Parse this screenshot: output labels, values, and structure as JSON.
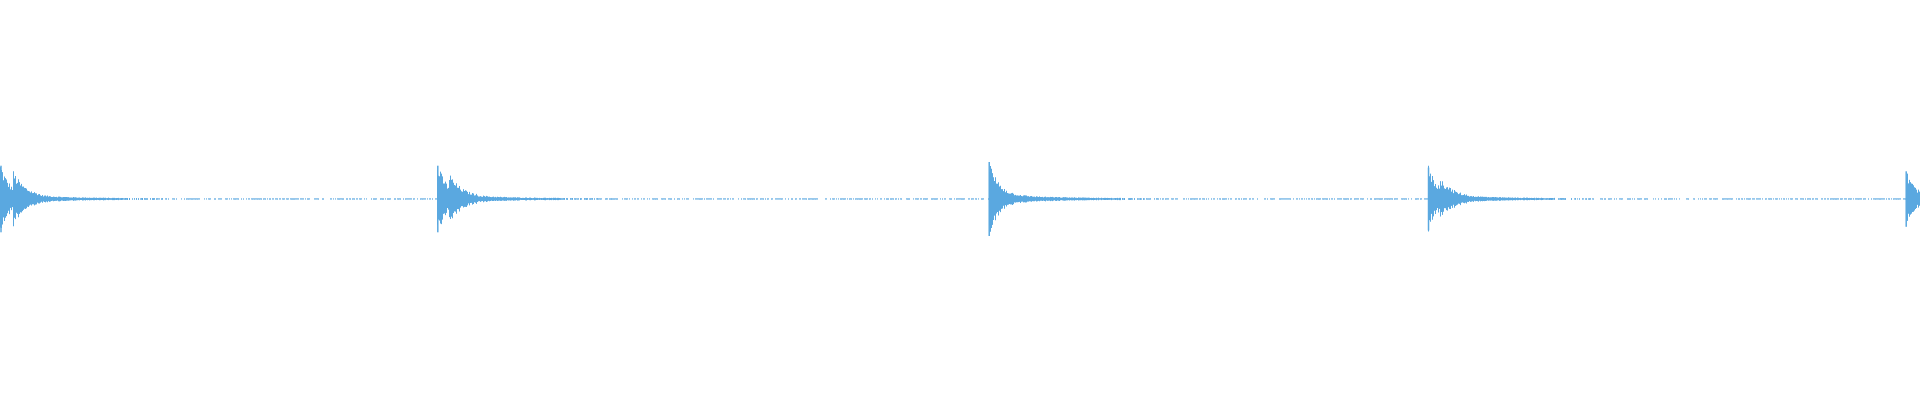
{
  "waveform": {
    "color": "#5aa8e0",
    "background": "#ffffff",
    "onset_count": 5,
    "onsets": [
      {
        "time": 0.0,
        "peak": 0.9,
        "decay": 0.42,
        "retrigger": 0.55
      },
      {
        "time": 0.2275,
        "peak": 0.9,
        "decay": 0.45,
        "retrigger": 0.4
      },
      {
        "time": 0.5147,
        "peak": 1.0,
        "decay": 0.45,
        "retrigger": 0.0
      },
      {
        "time": 0.7435,
        "peak": 0.85,
        "decay": 0.45,
        "retrigger": 0.35
      },
      {
        "time": 0.9923,
        "peak": 0.75,
        "decay": 0.4,
        "retrigger": 0.0
      }
    ]
  }
}
